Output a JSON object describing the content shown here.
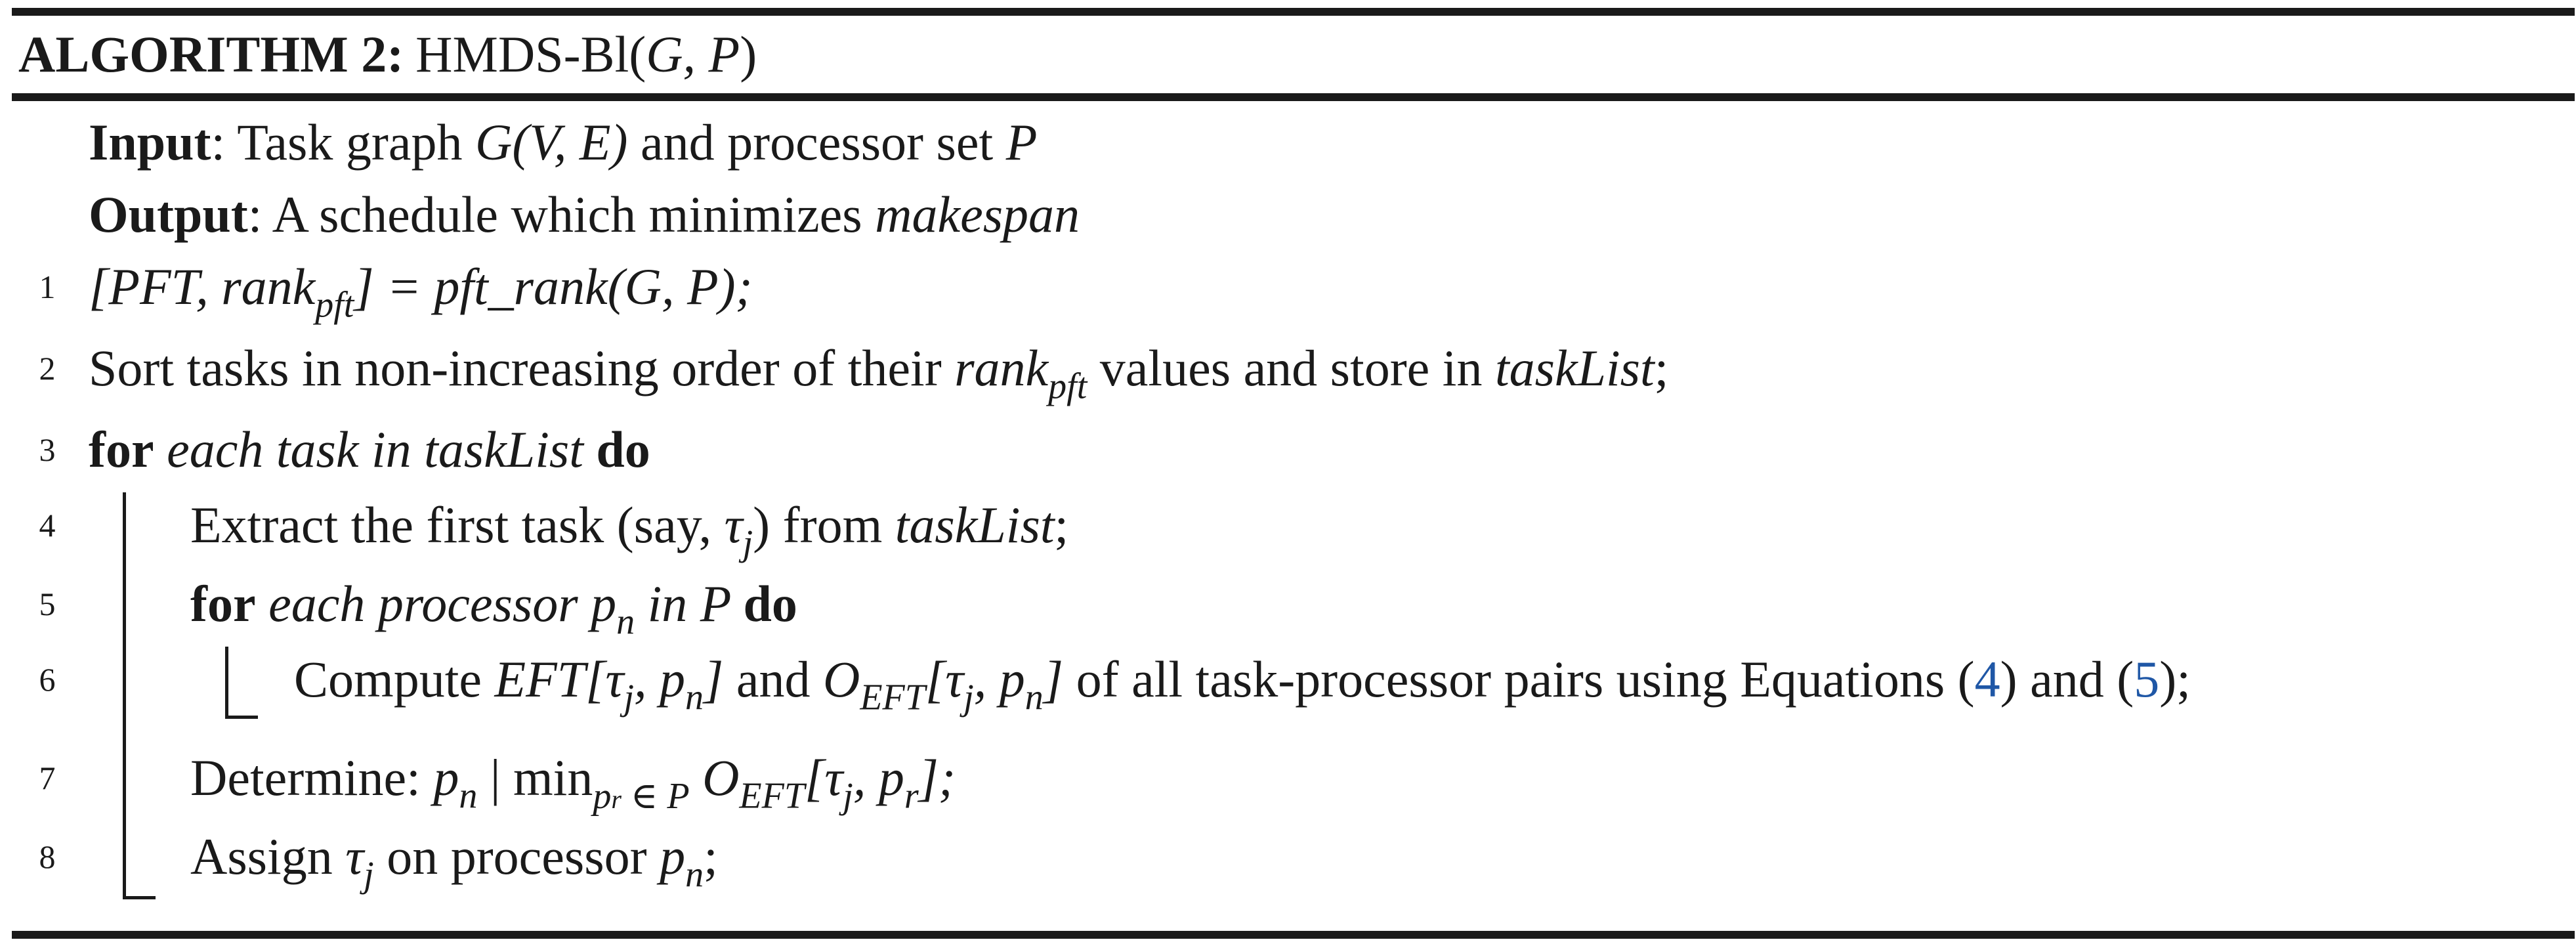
{
  "algorithm": {
    "tag": "ALGORITHM 2:",
    "name_prefix": "HMDS-Bl(",
    "name_args": "G, P",
    "name_suffix": ")"
  },
  "input": {
    "label": "Input",
    "text_a": ": Task graph ",
    "graph": "G(V, E)",
    "text_b": " and processor set ",
    "set": "P"
  },
  "output": {
    "label": "Output",
    "text": ": A schedule which minimizes ",
    "objective": "makespan"
  },
  "lines": [
    {
      "num": "1",
      "lhs_open": "[PFT, rank",
      "lhs_sub": "pft",
      "lhs_close": "] = pft_rank(G, P);"
    },
    {
      "num": "2",
      "text_a": "Sort tasks in non-increasing order of their ",
      "rank": "rank",
      "rank_sub": "pft",
      "text_b": " values and store in ",
      "list": "taskList",
      "end": ";"
    },
    {
      "num": "3",
      "kw_for": "for",
      "cond": " each task in taskList ",
      "kw_do": "do"
    },
    {
      "num": "4",
      "text_a": "Extract the first task (say, ",
      "task": "τ",
      "task_sub": "j",
      "text_b": ") from ",
      "list": "taskList",
      "end": ";"
    },
    {
      "num": "5",
      "kw_for": "for",
      "cond_a": " each processor p",
      "cond_sub": "n",
      "cond_b": " in P ",
      "kw_do": "do"
    },
    {
      "num": "6",
      "text_a": "Compute ",
      "eft": "EFT[τ",
      "eft_sub": "j",
      "eft_mid": ", p",
      "eft_sub2": "n",
      "eft_close": "]",
      "text_b": " and ",
      "o": "O",
      "o_sub": "EFT",
      "o_args": "[τ",
      "o_sub2": "j",
      "o_mid": ", p",
      "o_sub3": "n",
      "o_close": "]",
      "text_c": " of all task-processor pairs using Equations (",
      "ref1": "4",
      "text_d": ") and (",
      "ref2": "5",
      "text_e": ");"
    },
    {
      "num": "7",
      "text_a": "Determine: ",
      "p": "p",
      "p_sub": "n",
      "bar": " | min",
      "min_sub": "p",
      "min_sub_r": "r",
      "min_sub_in": " ∈ P",
      "o": " O",
      "o_sub": "EFT",
      "o_args": "[τ",
      "o_sub2": "j",
      "o_mid": ", p",
      "o_sub3": "r",
      "o_close": "];"
    },
    {
      "num": "8",
      "text_a": "Assign ",
      "task": "τ",
      "task_sub": "j",
      "text_b": " on processor ",
      "p": "p",
      "p_sub": "n",
      "end": ";"
    }
  ]
}
